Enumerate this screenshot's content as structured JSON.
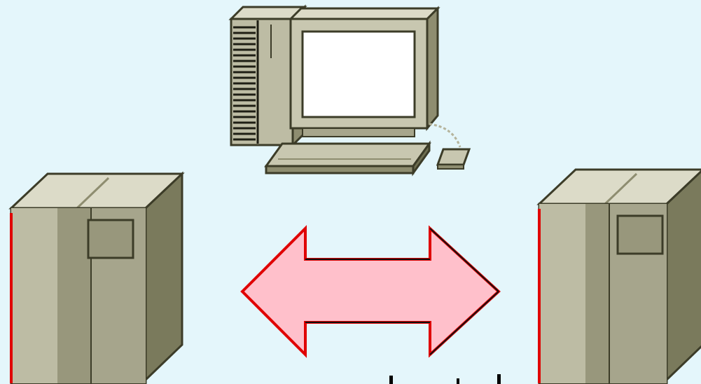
{
  "diagram": {
    "background_color": "#e4f6fb",
    "nodes": [
      {
        "id": "workstation",
        "icon": "desktop-computer-icon"
      },
      {
        "id": "left-server",
        "icon": "server-tower-icon"
      },
      {
        "id": "right-server",
        "icon": "server-tower-icon"
      }
    ],
    "connector": {
      "icon": "double-headed-arrow-icon",
      "fill_color": "#ffc0cb",
      "outline_color": "#e00000"
    },
    "colors": {
      "device_beige": "#c8c7b0",
      "device_dark": "#6e6e50",
      "device_outline": "#3c3c28",
      "screen": "#ffffff"
    }
  }
}
